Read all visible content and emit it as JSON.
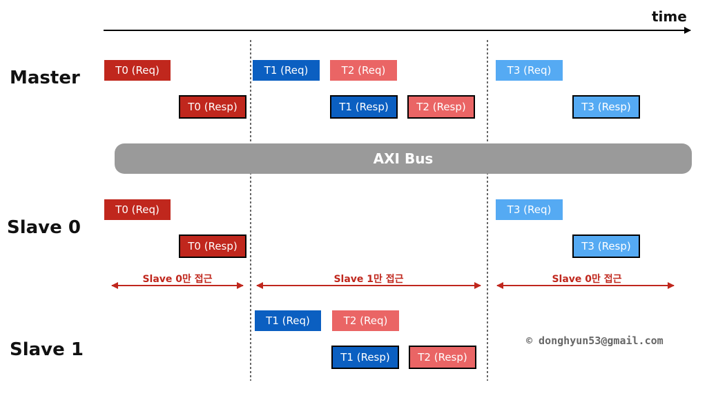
{
  "time_label": "time",
  "rows": {
    "master": "Master",
    "slave0": "Slave 0",
    "slave1": "Slave 1"
  },
  "bus_label": "AXI Bus",
  "master": {
    "t0_req": "T0 (Req)",
    "t0_resp": "T0 (Resp)",
    "t1_req": "T1 (Req)",
    "t2_req": "T2 (Req)",
    "t1_resp": "T1 (Resp)",
    "t2_resp": "T2 (Resp)",
    "t3_req": "T3 (Req)",
    "t3_resp": "T3 (Resp)"
  },
  "slave0": {
    "t0_req": "T0 (Req)",
    "t0_resp": "T0 (Resp)",
    "t3_req": "T3 (Req)",
    "t3_resp": "T3 (Resp)"
  },
  "slave1": {
    "t1_req": "T1 (Req)",
    "t2_req": "T2 (Req)",
    "t1_resp": "T1 (Resp)",
    "t2_resp": "T2 (Resp)"
  },
  "ranges": {
    "first": "Slave 0만 접근",
    "second": "Slave 1만 접근",
    "third": "Slave 0만 접근"
  },
  "copyright": "© donghyun53@gmail.com",
  "colors": {
    "t0": "#c0271d",
    "t1": "#0b5fc1",
    "t2": "#ea6565",
    "t3": "#55aaf3",
    "bus": "#9a9a9a",
    "range_arrow": "#c0271d"
  }
}
